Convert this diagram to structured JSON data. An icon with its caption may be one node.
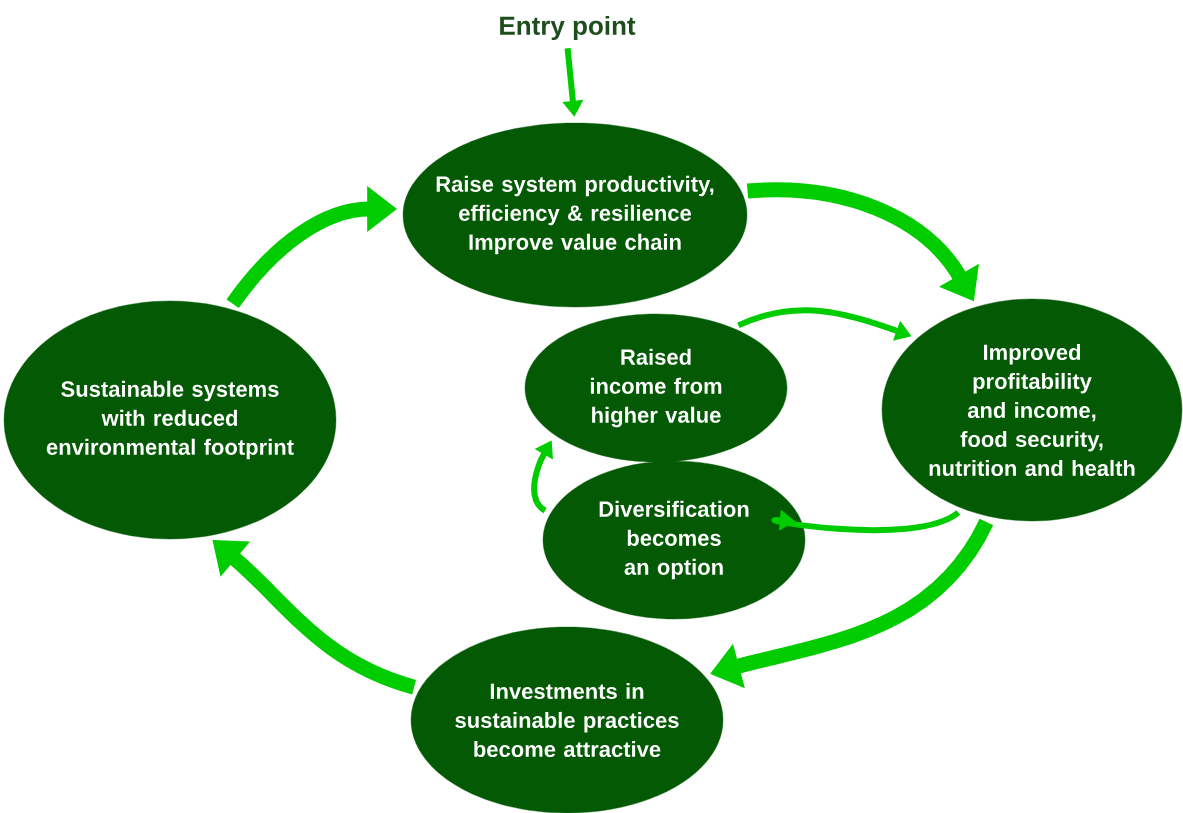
{
  "diagram": {
    "nodes": [
      {
        "text": [
          "Entry point"
        ]
      },
      {
        "text": [
          "Raise system productivity, efficiency & resilience",
          "Improve value chain"
        ]
      },
      {
        "text": [
          "Improved profitability and income, food security, nutrition and health"
        ]
      },
      {
        "text": [
          "Raised income from higher value"
        ]
      },
      {
        "text": [
          "Diversification becomes an option"
        ]
      },
      {
        "text": [
          "Investments in sustainable practices become attractive"
        ]
      },
      {
        "text": [
          "Sustainable systems with reduced environmental footprint"
        ]
      }
    ],
    "edges": [
      {
        "from": 0,
        "to": 1,
        "arrow": "to"
      },
      {
        "from": 1,
        "to": 2,
        "arrow": "to",
        "style": "thick"
      },
      {
        "from": 2,
        "to": 5,
        "arrow": "to",
        "style": "thick"
      },
      {
        "from": 5,
        "to": 6,
        "arrow": "to",
        "style": "thick"
      },
      {
        "from": 6,
        "to": 1,
        "arrow": "to",
        "style": "thick"
      },
      {
        "from": 3,
        "to": 2,
        "arrow": "to"
      },
      {
        "from": 2,
        "to": 4,
        "arrow": "to"
      },
      {
        "from": 4,
        "to": 3,
        "arrow": "to"
      }
    ]
  }
}
